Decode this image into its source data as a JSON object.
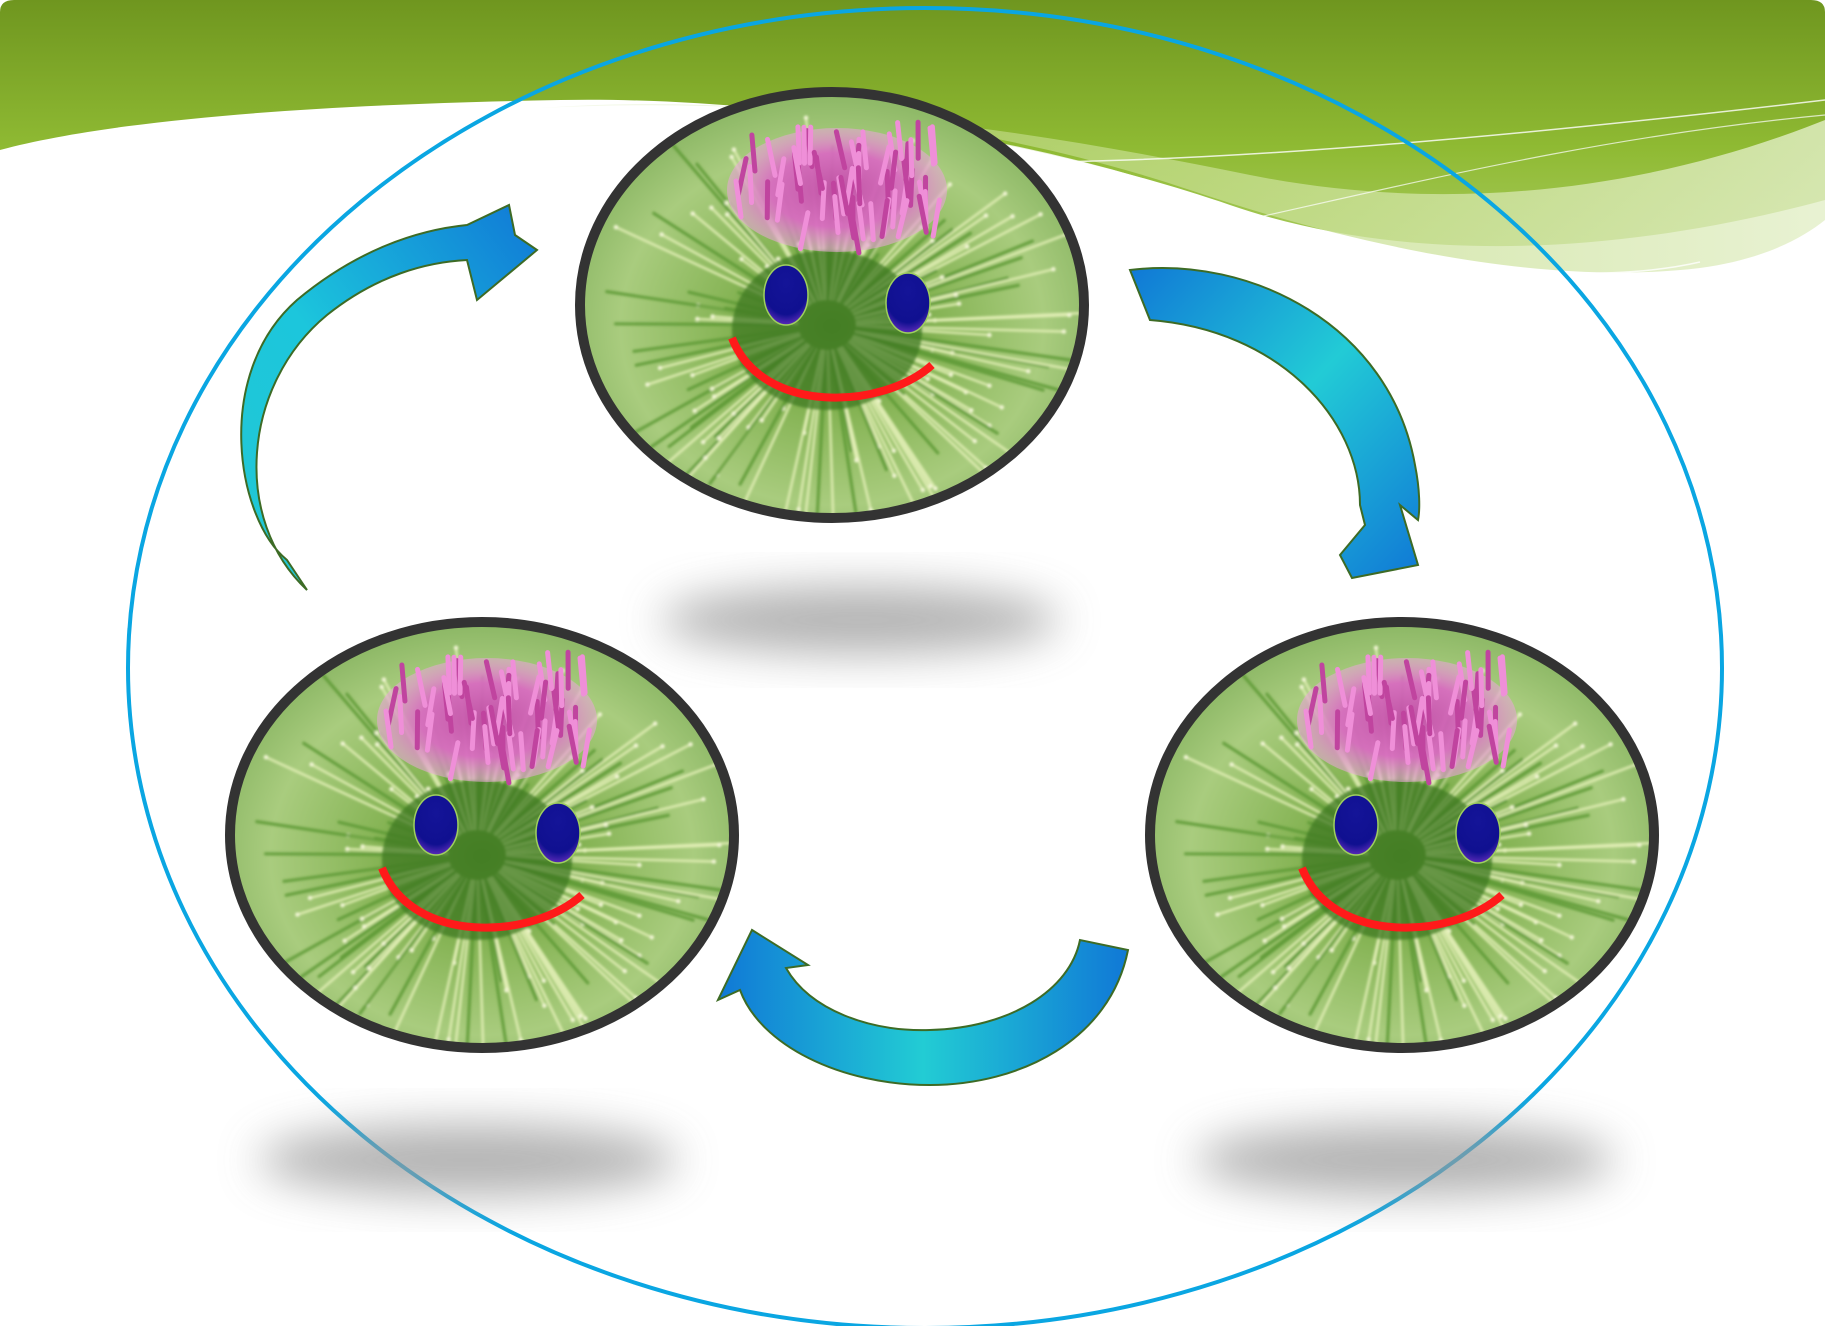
{
  "slide": {
    "background_color": "#ffffff",
    "header_band_colors": [
      "#6f961f",
      "#8fba33",
      "#b9d77a",
      "#dbeab8"
    ],
    "outer_ellipse_color": "#0aa6e2"
  },
  "diagram": {
    "type": "cycle",
    "node_count": 3,
    "nodes": [
      {
        "id": "top",
        "image": "smiling-burdock-flower"
      },
      {
        "id": "bottom-right",
        "image": "smiling-burdock-flower"
      },
      {
        "id": "bottom-left",
        "image": "smiling-burdock-flower"
      }
    ],
    "arrows": [
      {
        "from": "bottom-left",
        "to": "top"
      },
      {
        "from": "top",
        "to": "bottom-right"
      },
      {
        "from": "bottom-right",
        "to": "bottom-left"
      }
    ],
    "node_border_color": "#333333",
    "eye_color": "#101090",
    "smile_color": "#ff1a1a",
    "arrow_gradient": [
      "#1ec9d8",
      "#0f7ed8"
    ],
    "arrow_outline": "#3d6b25"
  }
}
